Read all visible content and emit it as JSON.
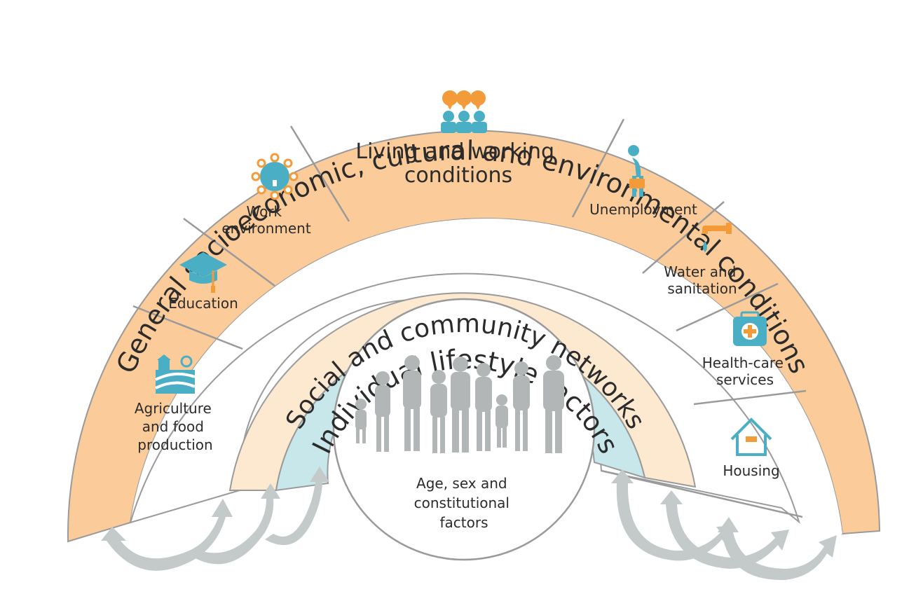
{
  "rings": {
    "outer_title": "General socioeconomic, cultural and environmental conditions",
    "social_title": "Social and community networks",
    "individual_title": "Individual lifestyle factors",
    "core_label": [
      "Age, sex and",
      "constitutional",
      "factors"
    ]
  },
  "segments": {
    "agriculture": {
      "label": [
        "Agriculture",
        "and food",
        "production"
      ],
      "icon": "farm-icon"
    },
    "education": {
      "label": [
        "Education"
      ],
      "icon": "graduation-cap-icon"
    },
    "work": {
      "label": [
        "Work",
        "environment"
      ],
      "icon": "network-icon"
    },
    "living": {
      "label": [
        "Living and working",
        "conditions"
      ],
      "icon": "people-talking-icon"
    },
    "unemployment": {
      "label": [
        "Unemployment"
      ],
      "icon": "person-briefcase-icon"
    },
    "water": {
      "label": [
        "Water and",
        "sanitation"
      ],
      "icon": "faucet-icon"
    },
    "health": {
      "label": [
        "Health-care",
        "services"
      ],
      "icon": "medical-kit-icon"
    },
    "housing": {
      "label": [
        "Housing"
      ],
      "icon": "house-icon"
    }
  },
  "colors": {
    "outer_ring": "#FBCB9A",
    "outer_stroke": "#8a8a8a",
    "social_ring": "#FDE8D0",
    "individual_ring": "#C7E7EA",
    "icon_teal": "#4AAFC5",
    "icon_orange": "#F29B38",
    "arrows": "#C4CACA",
    "people": "#B3B6B6"
  }
}
